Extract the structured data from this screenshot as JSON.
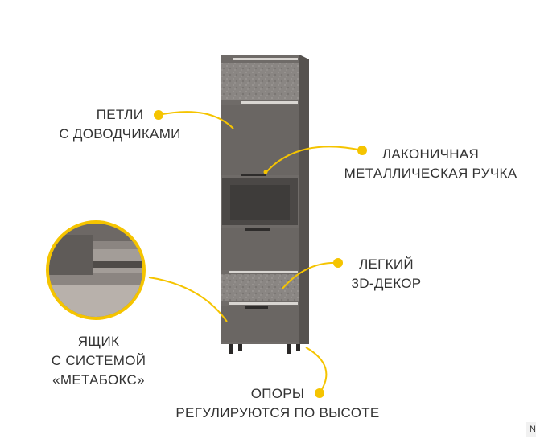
{
  "annotations": {
    "hinges": [
      "ПЕТЛИ",
      "С ДОВОДЧИКАМИ"
    ],
    "handle": [
      "ЛАКОНИЧНАЯ",
      "МЕТАЛЛИЧЕСКАЯ РУЧКА"
    ],
    "decor": [
      "ЛЕГКИЙ",
      "3D-ДЕКОР"
    ],
    "drawer": [
      "ЯЩИК",
      "С СИСТЕМОЙ",
      "«МЕТАБОКС»"
    ],
    "legs": [
      "ОПОРЫ",
      "РЕГУЛИРУЮТСЯ ПО ВЫСОТЕ"
    ]
  },
  "corner_tag": "N",
  "colors": {
    "accent": "#f5c400",
    "text": "#333333",
    "cabinet": "#6f6b68",
    "cabinet_dark": "#5b5856",
    "decor_panel": "#8e8a87",
    "strip": "#d9d6d2"
  }
}
